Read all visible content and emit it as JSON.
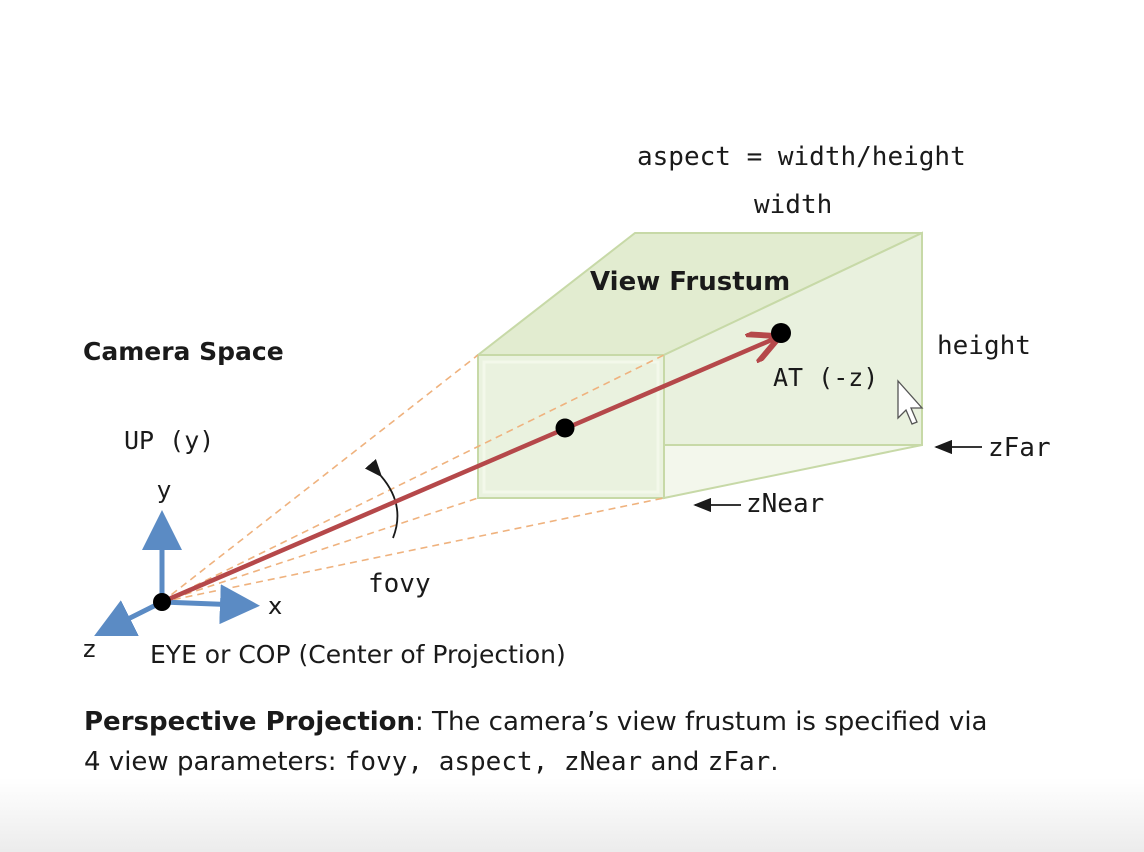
{
  "labels": {
    "aspect_formula": "aspect = width/height",
    "width": "width",
    "view_frustum": "View Frustum",
    "height": "height",
    "camera_space": "Camera Space",
    "at": "AT (-z)",
    "z_far": "zFar",
    "up": "UP (y)",
    "axis_y": "y",
    "z_near": "zNear",
    "fovy": "fovy",
    "axis_x": "x",
    "axis_z": "z",
    "eye": "EYE or COP (Center of Projection)"
  },
  "caption": {
    "title": "Perspective Projection",
    "text_1": ": The camera’s view frustum is specified via",
    "text_2": "4 view parameters: ",
    "params": "fovy, aspect, zNear",
    "and": " and ",
    "zfar": "zFar",
    "period": "."
  },
  "colors": {
    "frustum_fill": "#e8f0d8",
    "frustum_edge": "#c7d9a7",
    "view_ray": "#b5484a",
    "axes": "#5b8bc4",
    "dashed_lines": "#efb27e"
  }
}
